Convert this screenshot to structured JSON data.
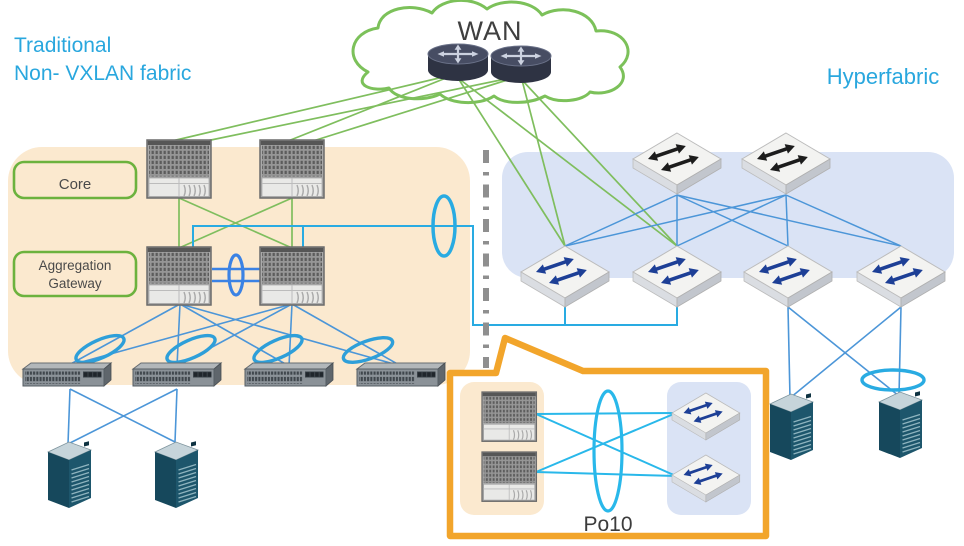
{
  "titles": {
    "traditional_line1": "Traditional",
    "traditional_line2": "Non- VXLAN fabric",
    "hyperfabric": "Hyperfabric"
  },
  "wan": {
    "label": "WAN",
    "router_count": 2
  },
  "left_panel": {
    "name": "Traditional Non-VXLAN fabric",
    "core_label": "Core",
    "aggregation_label_line1": "Aggregation",
    "aggregation_label_line2": "Gateway",
    "core_switch_count": 2,
    "aggregation_switch_count": 2,
    "access_switch_count": 4,
    "server_count": 2
  },
  "right_panel": {
    "name": "Hyperfabric",
    "spine_switch_count": 2,
    "leaf_switch_count": 4,
    "server_count": 2
  },
  "inset": {
    "label": "Po10",
    "chassis_switch_count": 2,
    "leaf_switch_count": 2
  },
  "icons": {
    "wan_cloud": "cloud-icon",
    "router": "router-icon",
    "chassis_switch": "chassis-switch-icon",
    "access_switch": "rack-switch-icon",
    "fabric_switch": "fabric-switch-icon",
    "server": "server-tower-icon",
    "port_channel": "port-channel-ellipse-icon"
  },
  "colors": {
    "accent_text": "#29a7de",
    "green_link": "#7fbe5e",
    "blue_link": "#4c96d8",
    "cyan_link": "#29abe2",
    "orange_callout": "#f2a52b",
    "beige_panel": "#fbe9cf",
    "blue_panel": "#dae3f5",
    "label_border_green": "#6cb23e",
    "separator_gray": "#8f8f8f"
  }
}
